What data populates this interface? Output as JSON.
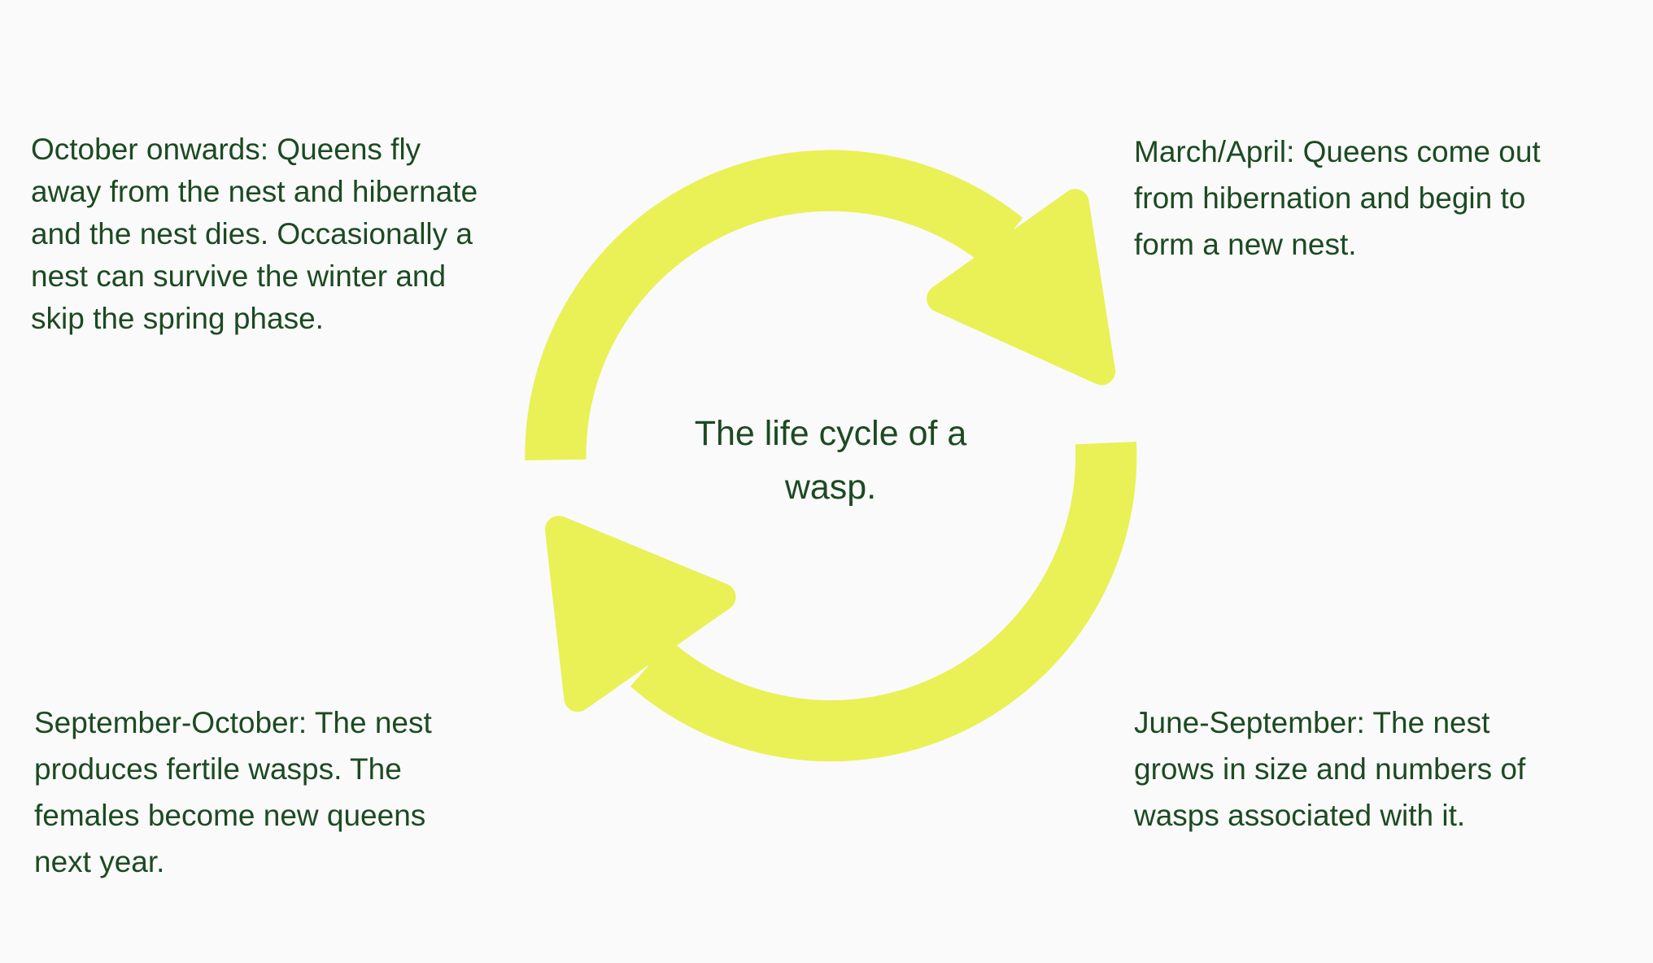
{
  "title": [
    "The life cycle of a",
    "wasp."
  ],
  "stages": {
    "march_april": [
      "March/April: Queens come out",
      "from hibernation and begin to",
      "form a new nest."
    ],
    "june_september": [
      "June-September: The nest",
      "grows in size and numbers of",
      "wasps associated with it."
    ],
    "september_october": [
      "September-October: The nest",
      "produces fertile wasps. The",
      "females become new queens",
      "next year."
    ],
    "october_onwards": [
      "October onwards: Queens fly",
      "away from the nest and hibernate",
      "and the nest dies. Occasionally a",
      "nest can survive the winter and",
      "skip the spring phase."
    ]
  },
  "colors": {
    "arrow": "#e9f156",
    "text": "#1c4a22",
    "background": "#fafafa"
  }
}
